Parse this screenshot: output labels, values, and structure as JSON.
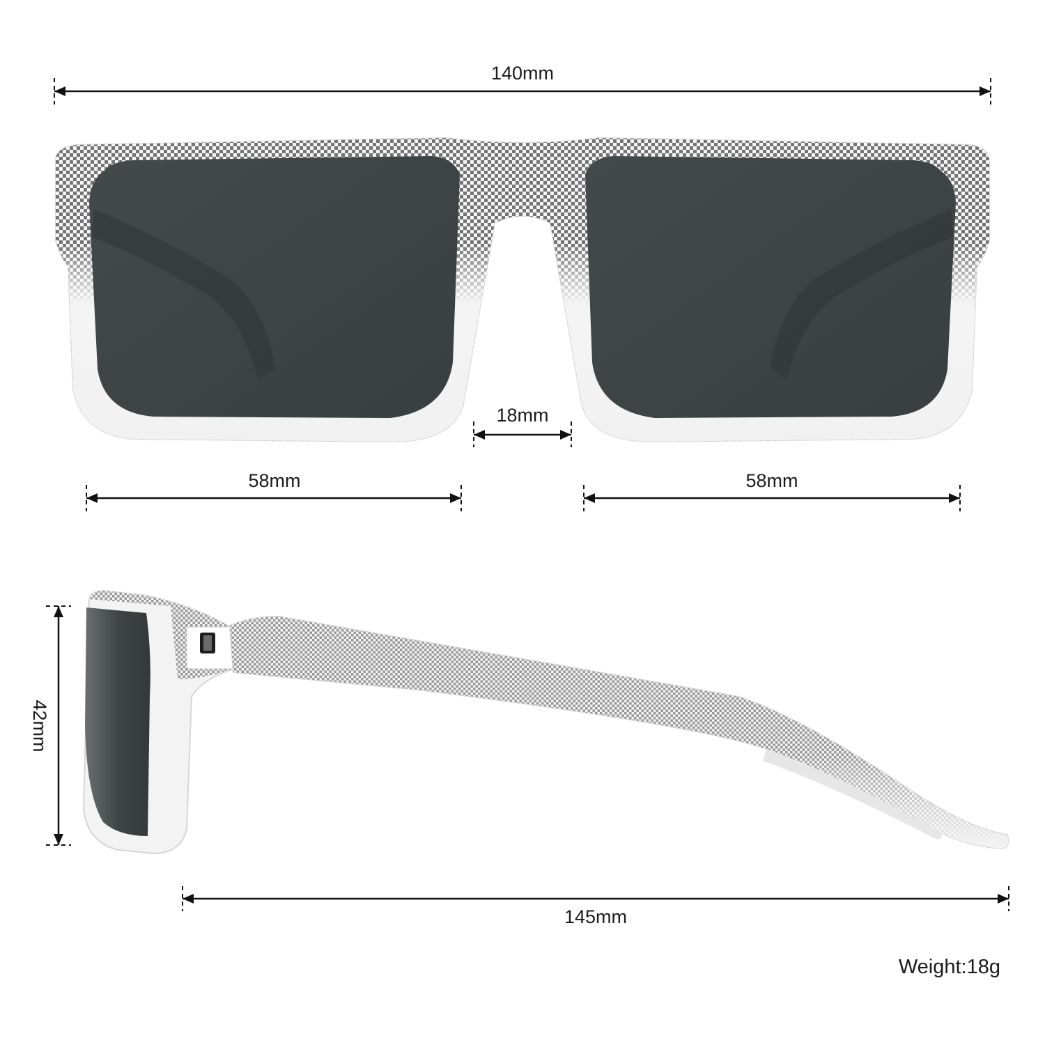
{
  "product_diagram": {
    "front_view": {
      "total_width": "140mm",
      "bridge_width": "18mm",
      "lens_width_left": "58mm",
      "lens_width_right": "58mm"
    },
    "side_view": {
      "lens_height": "42mm",
      "temple_length": "145mm"
    },
    "weight": "Weight:18g"
  },
  "colors": {
    "frame": "#f4f4f4",
    "pattern": "#6e6e6e",
    "lens": "#3d4242",
    "dimension_line": "#111111"
  }
}
